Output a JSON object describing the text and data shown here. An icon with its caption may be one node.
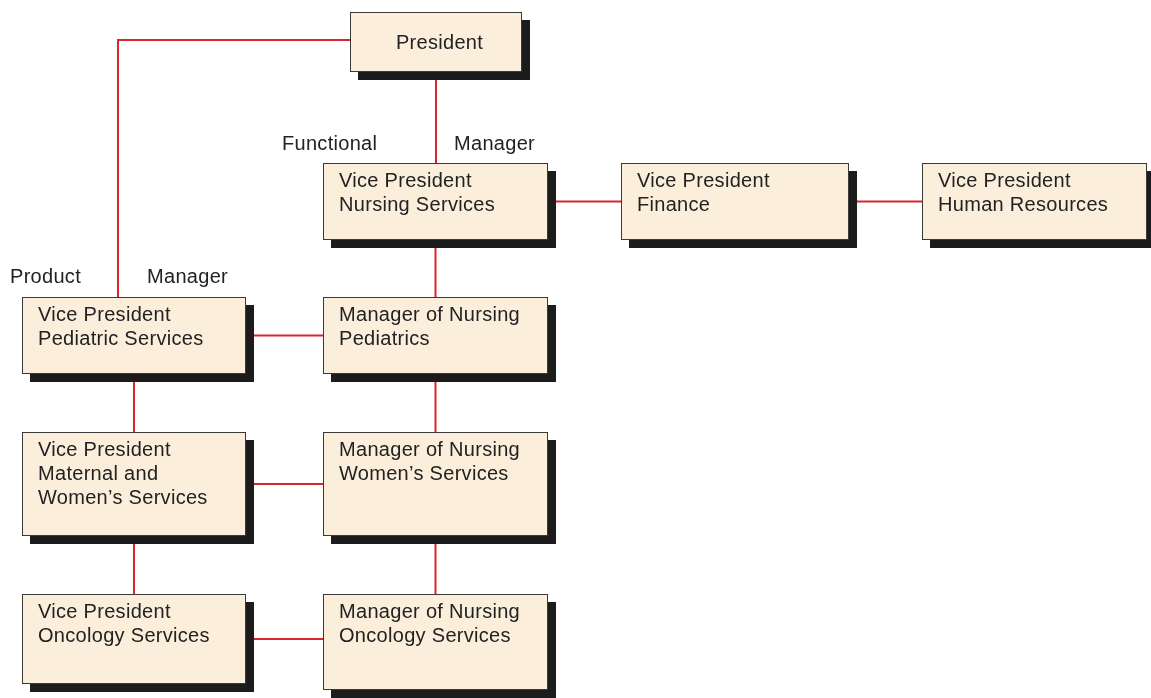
{
  "diagram": {
    "nodes": [
      {
        "text": [
          "President"
        ]
      },
      {
        "text": [
          "Vice President Nursing Services"
        ]
      },
      {
        "text": [
          "Vice President Finance"
        ]
      },
      {
        "text": [
          "Vice President Human Resources"
        ]
      },
      {
        "text": [
          "Vice President Pediatric Services"
        ]
      },
      {
        "text": [
          "Manager of Nursing Pediatrics"
        ]
      },
      {
        "text": [
          "Vice President Maternal and Women’s Services"
        ]
      },
      {
        "text": [
          "Manager of Nursing Women’s Services"
        ]
      },
      {
        "text": [
          "Vice President Oncology Services"
        ]
      },
      {
        "text": [
          "Manager of Nursing Oncology Services"
        ]
      }
    ],
    "edges": [
      {
        "from": 0,
        "to": 1,
        "arrow": "none"
      },
      {
        "from": 0,
        "to": 4,
        "arrow": "none"
      },
      {
        "from": 1,
        "to": 2,
        "arrow": "none"
      },
      {
        "from": 2,
        "to": 3,
        "arrow": "none"
      },
      {
        "from": 1,
        "to": 5,
        "arrow": "none"
      },
      {
        "from": 4,
        "to": 5,
        "arrow": "none"
      },
      {
        "from": 4,
        "to": 6,
        "arrow": "none"
      },
      {
        "from": 5,
        "to": 7,
        "arrow": "none"
      },
      {
        "from": 6,
        "to": 7,
        "arrow": "none"
      },
      {
        "from": 6,
        "to": 8,
        "arrow": "none"
      },
      {
        "from": 7,
        "to": 9,
        "arrow": "none"
      },
      {
        "from": 8,
        "to": 9,
        "arrow": "none"
      }
    ],
    "labels": [
      "Functional",
      "Manager",
      "Product",
      "Manager"
    ]
  }
}
